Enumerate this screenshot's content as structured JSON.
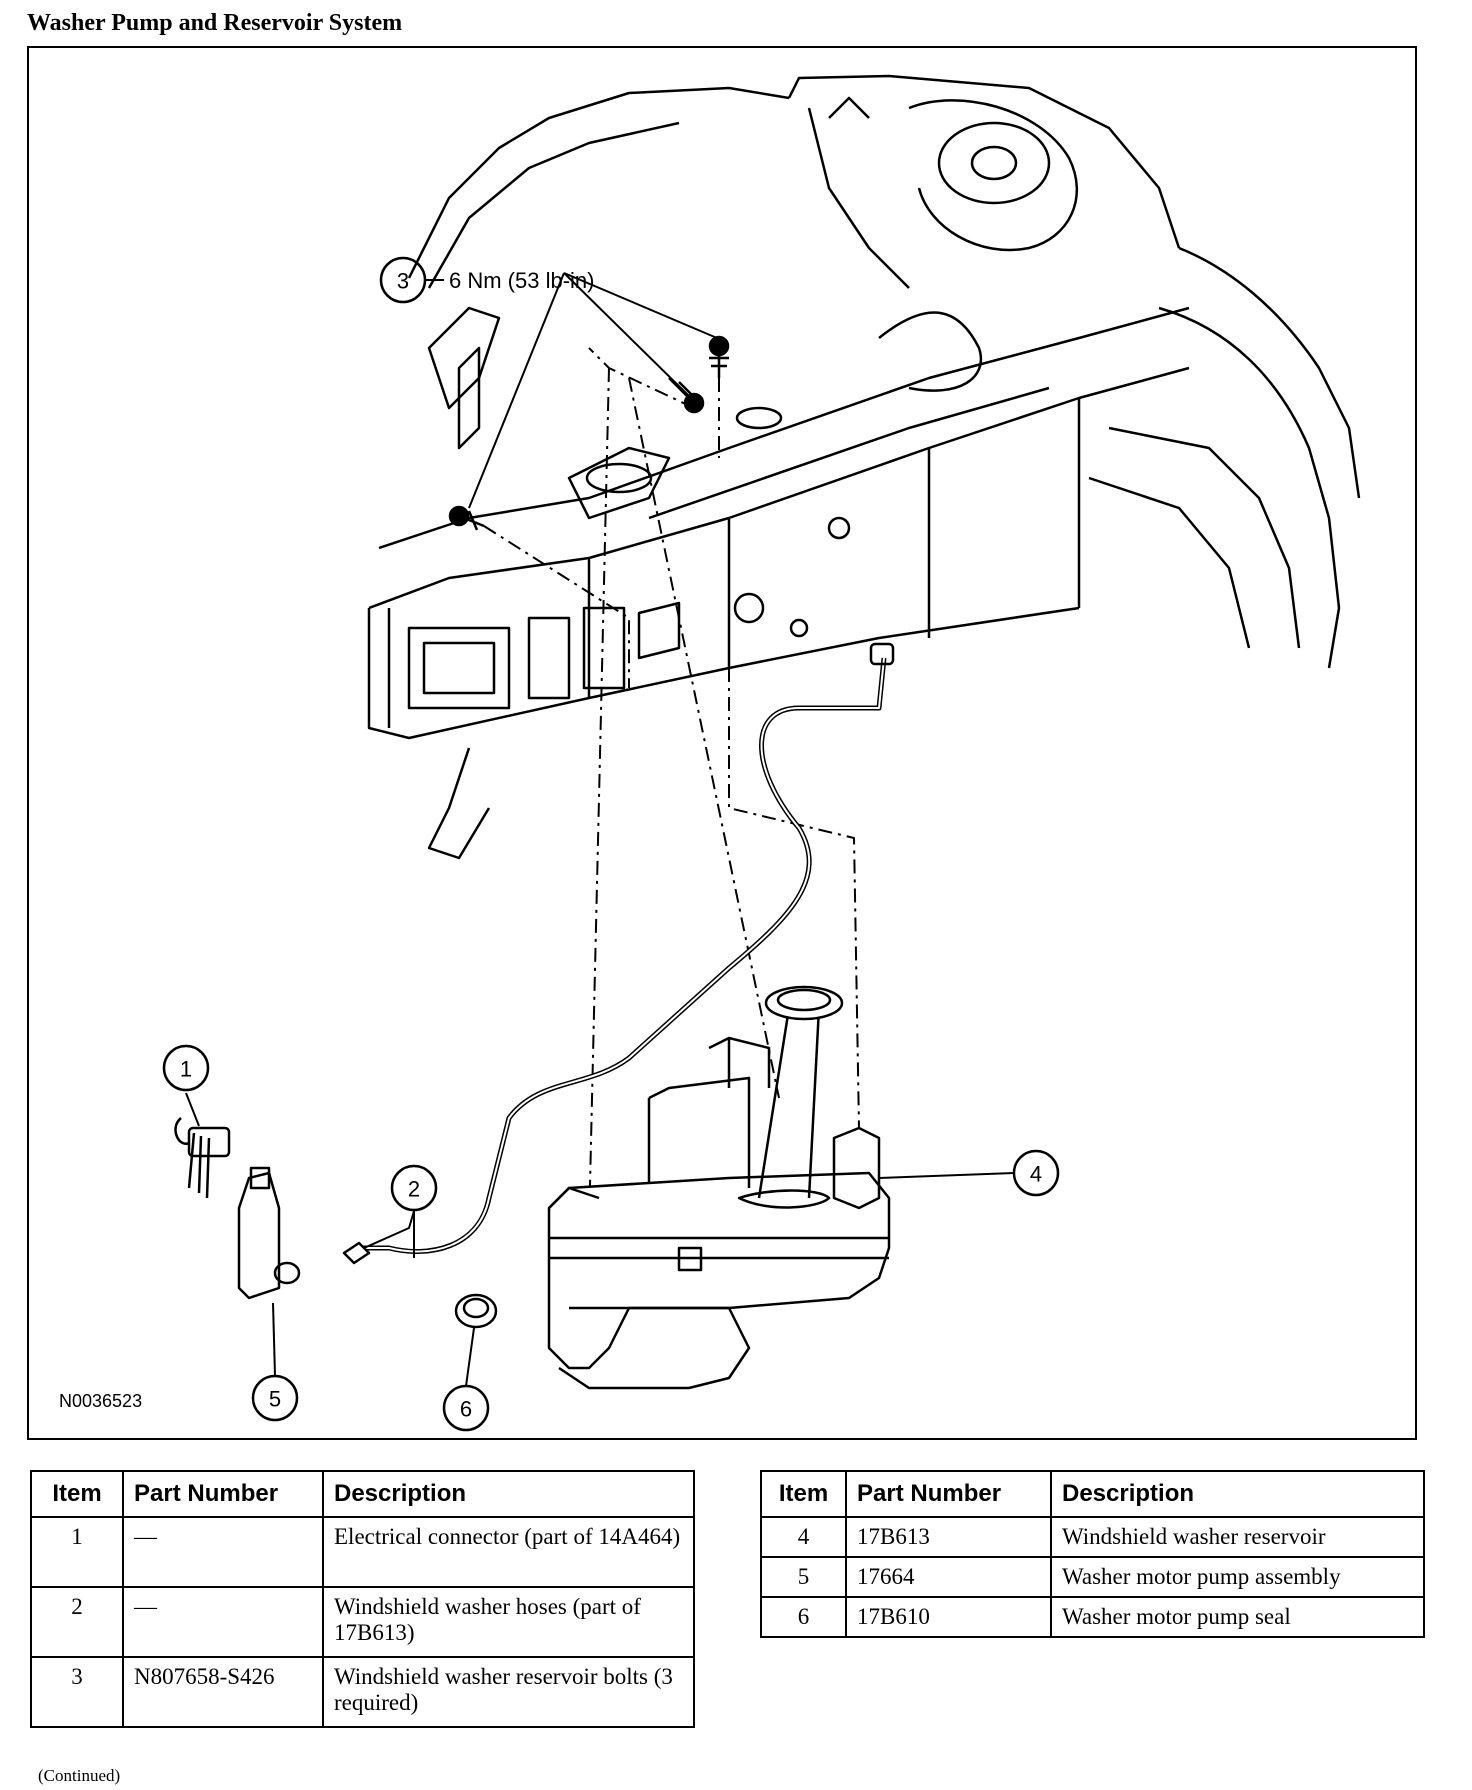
{
  "title": "Washer Pump and Reservoir System",
  "figure": {
    "figure_id": "N0036523",
    "callouts": {
      "c1": "1",
      "c2": "2",
      "c3": "3",
      "c4": "4",
      "c5": "5",
      "c6": "6"
    },
    "torque_spec": "6 Nm (53 lb-in)"
  },
  "tables": {
    "left": {
      "headers": {
        "item": "Item",
        "part_number": "Part Number",
        "description": "Description"
      },
      "rows": [
        {
          "item": "1",
          "part_number": "—",
          "description": "Electrical connector (part of 14A464)"
        },
        {
          "item": "2",
          "part_number": "—",
          "description": "Windshield washer hoses (part of 17B613)"
        },
        {
          "item": "3",
          "part_number": "N807658-S426",
          "description": "Windshield washer reservoir bolts (3 required)"
        }
      ]
    },
    "right": {
      "headers": {
        "item": "Item",
        "part_number": "Part Number",
        "description": "Description"
      },
      "rows": [
        {
          "item": "4",
          "part_number": "17B613",
          "description": "Windshield washer reservoir"
        },
        {
          "item": "5",
          "part_number": "17664",
          "description": "Washer motor pump assembly"
        },
        {
          "item": "6",
          "part_number": "17B610",
          "description": "Washer motor pump seal"
        }
      ]
    }
  },
  "continued": "(Continued)"
}
